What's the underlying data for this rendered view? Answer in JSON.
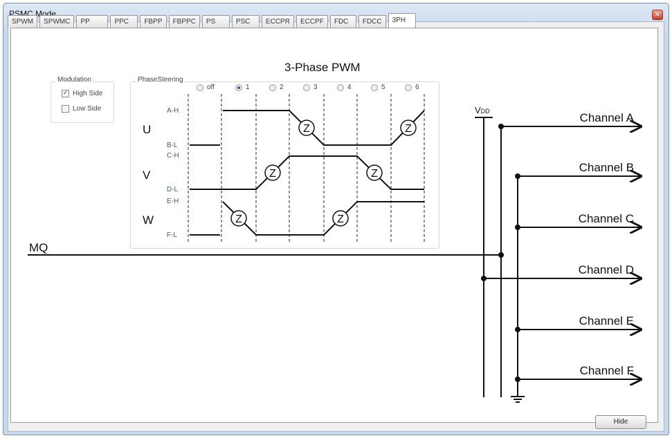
{
  "window": {
    "title": "PSMC Mode",
    "close_glyph": "✕"
  },
  "tabs": [
    {
      "label": "SPWM"
    },
    {
      "label": "SPWMC"
    },
    {
      "label": "PP"
    },
    {
      "label": "PPC"
    },
    {
      "label": "FBPP"
    },
    {
      "label": "FBPPC"
    },
    {
      "label": "PS"
    },
    {
      "label": "PSC"
    },
    {
      "label": "ECCPR"
    },
    {
      "label": "ECCPF"
    },
    {
      "label": "FDC"
    },
    {
      "label": "FDCC"
    },
    {
      "label": "3PH",
      "active": true
    }
  ],
  "heading": "3-Phase PWM",
  "modulation": {
    "title": "Modulation",
    "options": [
      {
        "label": "High Side",
        "checked": true
      },
      {
        "label": "Low Side",
        "checked": false
      }
    ]
  },
  "phase_steering": {
    "title": "PhaseSteering",
    "options": [
      {
        "label": "off",
        "selected": false
      },
      {
        "label": "1",
        "selected": true
      },
      {
        "label": "2",
        "selected": false
      },
      {
        "label": "3",
        "selected": false
      },
      {
        "label": "4",
        "selected": false
      },
      {
        "label": "5",
        "selected": false
      },
      {
        "label": "6",
        "selected": false
      }
    ]
  },
  "waveform": {
    "phases": [
      "U",
      "V",
      "W"
    ],
    "signals": [
      "A-H",
      "B-L",
      "C-H",
      "D-L",
      "E-H",
      "F-L"
    ],
    "z_symbol": "Z"
  },
  "schematic": {
    "input_label": "MQ",
    "vdd_label": "V",
    "vdd_sub": "DD",
    "channels": [
      "Channel A",
      "Channel B",
      "Channel C",
      "Channel D",
      "Channel E",
      "Channel F"
    ]
  },
  "buttons": {
    "hide_label": "Hide"
  },
  "colors": {
    "signal_label": "#3a6a3a",
    "radio_selected": "#2a5fb0",
    "line": "#111111"
  }
}
